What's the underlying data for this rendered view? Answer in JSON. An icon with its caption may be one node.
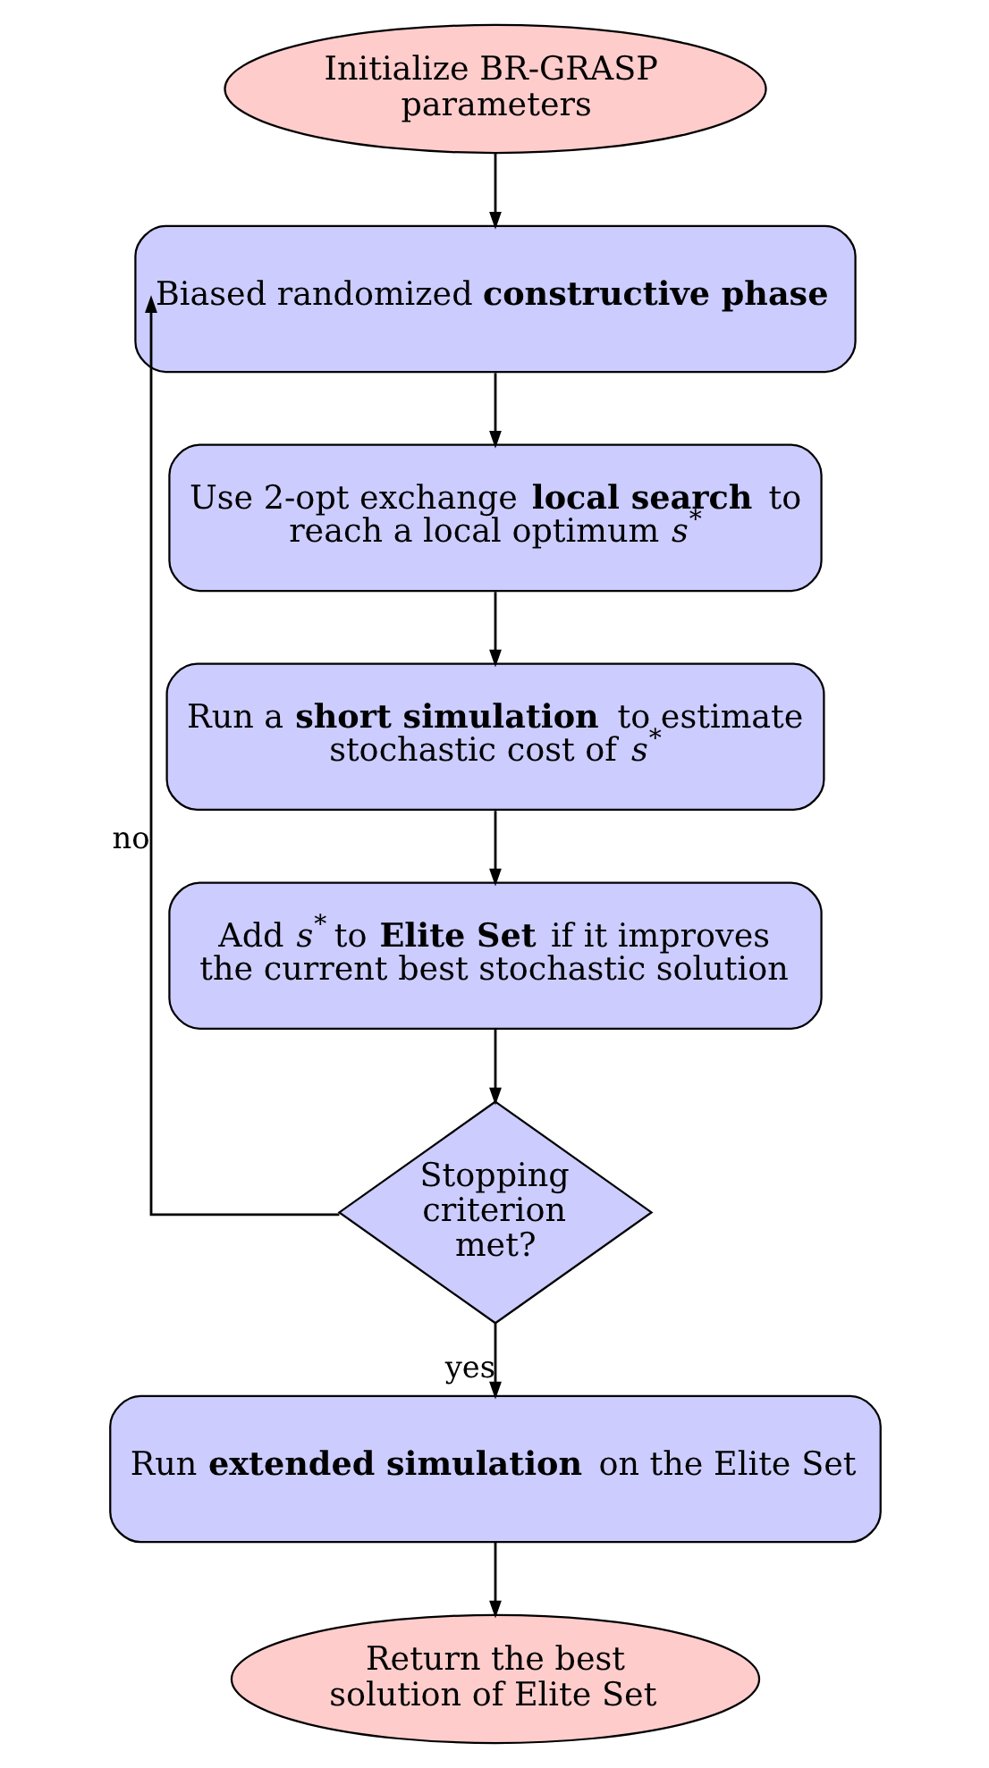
{
  "diagram": {
    "nodes": [
      {
        "text": [
          "Initialize BR-GRASP parameters"
        ]
      },
      {
        "text": [
          "Biased randomized **constructive phase**"
        ]
      },
      {
        "text": [
          "Use 2-opt exchange **local search** to reach a local optimum *s*$^{*}$"
        ]
      },
      {
        "text": [
          "Run a **short simulation** to estimate stochastic cost of *s*$^{*}$"
        ]
      },
      {
        "text": [
          "Add *s*$^{*}$ to **Elite Set** if it improves the current best stochastic solution"
        ]
      },
      {
        "text": [
          "Stopping criterion met?"
        ]
      },
      {
        "text": [
          "Run **extended simulation** on the Elite Set"
        ]
      },
      {
        "text": [
          "Return the best solution of Elite Set"
        ]
      }
    ],
    "edges": [
      {
        "from": 0,
        "to": 1,
        "arrow": "to"
      },
      {
        "from": 1,
        "to": 2,
        "arrow": "to"
      },
      {
        "from": 2,
        "to": 3,
        "arrow": "to"
      },
      {
        "from": 3,
        "to": 4,
        "arrow": "to"
      },
      {
        "from": 4,
        "to": 5,
        "arrow": "to"
      },
      {
        "from": 5,
        "to": 1,
        "arrow": "to",
        "label": "no"
      },
      {
        "from": 5,
        "to": 6,
        "arrow": "to",
        "label": "yes"
      },
      {
        "from": 6,
        "to": 7,
        "arrow": "to"
      }
    ]
  }
}
